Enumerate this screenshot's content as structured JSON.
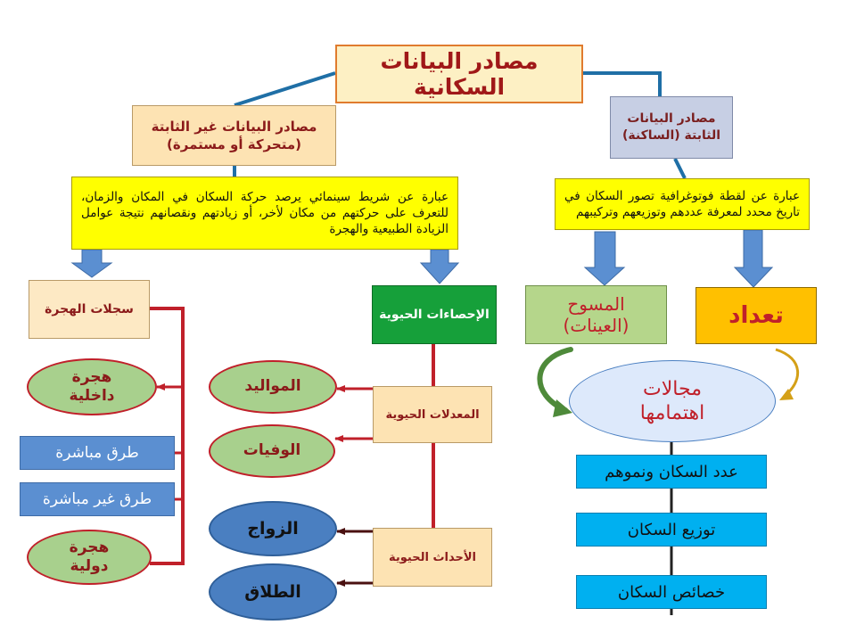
{
  "root": {
    "label": "مصادر البيانات السكانية"
  },
  "fixed_sources": {
    "line1": "مصادر البيانات",
    "line2": "الثابتة (الساكنة)"
  },
  "moving_sources": {
    "line1": "مصادر البيانات غير الثابتة",
    "line2": "(متحركة أو مستمرة)"
  },
  "fixed_description": "عبارة عن لقطة فوتوغرافية تصور السكان في تاريخ محدد لمعرفة عددهم وتوزيعهم وتركيبهم",
  "moving_description": "عبارة عن شريط سينمائي يرصد حركة السكان في المكان والزمان، للتعرف على حركتهم من مكان لأخر، أو زيادتهم ونقصانهم نتيجة عوامل الزيادة الطبيعية والهجرة",
  "census": {
    "label": "تعداد"
  },
  "surveys": {
    "line1": "المسوح",
    "line2": "(العينات)"
  },
  "focus": {
    "line1": "مجالات",
    "line2": "اهتمامها"
  },
  "focus_items": [
    "عدد السكان ونموهم",
    "توزيع السكان",
    "خصائص السكان"
  ],
  "vital_statistics": {
    "label": "الإحصاءات الحيوية"
  },
  "vital_rates": {
    "label": "المعدلات الحيوية",
    "items": [
      "المواليد",
      "الوفيات"
    ]
  },
  "vital_events": {
    "label": "الأحداث الحيوية",
    "items": [
      "الزواج",
      "الطلاق"
    ]
  },
  "migration_records": {
    "label": "سجلات الهجرة"
  },
  "internal_migration": {
    "line1": "هجرة",
    "line2": "داخلية"
  },
  "methods": [
    "طرق مباشرة",
    "طرق غير مباشرة"
  ],
  "international_migration": {
    "line1": "هجرة",
    "line2": "دولية"
  }
}
